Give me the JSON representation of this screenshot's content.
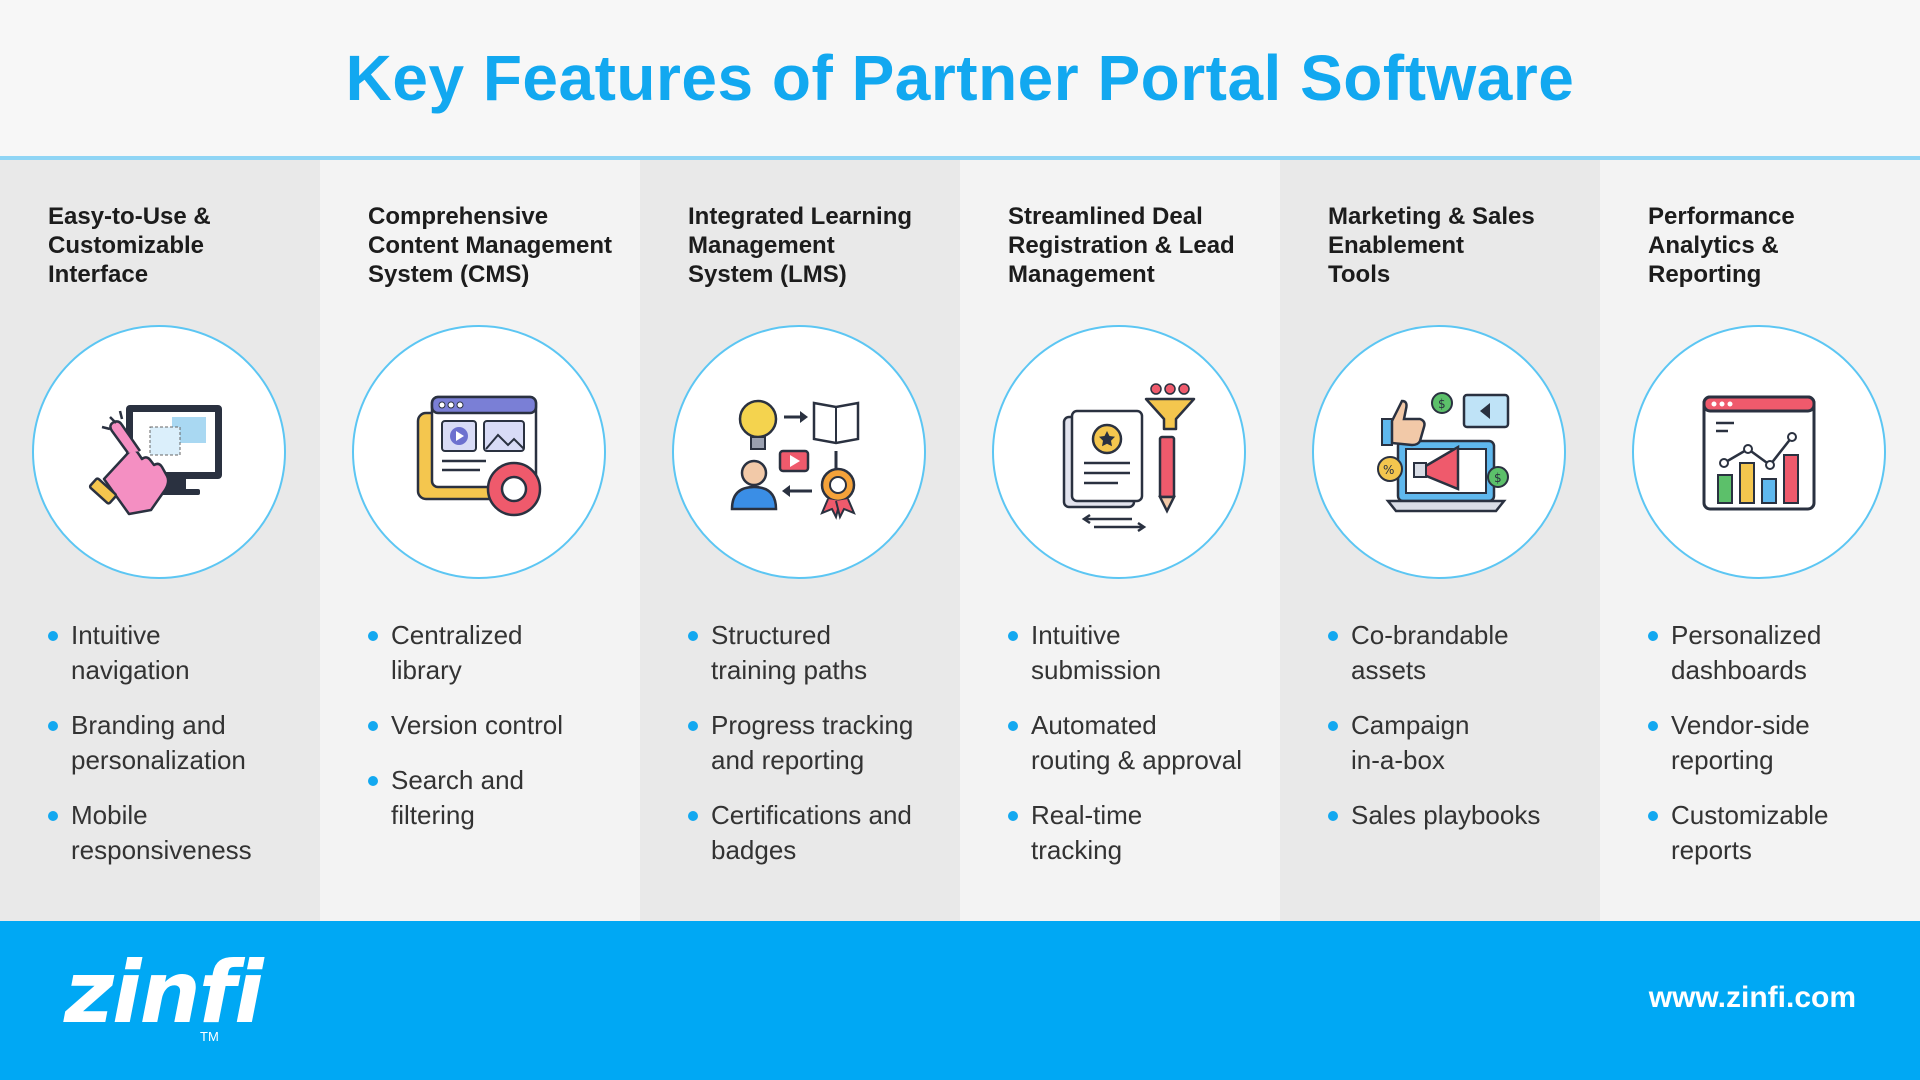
{
  "header": {
    "title": "Key Features of Partner Portal Software"
  },
  "features": [
    {
      "title": "Easy-to-Use &\nCustomizable\nInterface",
      "icon": "touch-screen-icon",
      "bullets": [
        "Intuitive\nnavigation",
        "Branding and\npersonalization",
        "Mobile\nresponsiveness"
      ]
    },
    {
      "title": "Comprehensive\nContent Management\nSystem (CMS)",
      "icon": "cms-window-gear-icon",
      "bullets": [
        "Centralized\nlibrary",
        "Version control",
        "Search and\nfiltering"
      ]
    },
    {
      "title": "Integrated Learning\nManagement\nSystem (LMS)",
      "icon": "learning-cycle-icon",
      "bullets": [
        "Structured\ntraining paths",
        "Progress tracking\nand reporting",
        "Certifications and\nbadges"
      ]
    },
    {
      "title": "Streamlined Deal\nRegistration & Lead\nManagement",
      "icon": "deal-document-funnel-icon",
      "bullets": [
        "Intuitive\nsubmission",
        "Automated\nrouting & approval",
        "Real-time\ntracking"
      ]
    },
    {
      "title": "Marketing & Sales\nEnablement\nTools",
      "icon": "marketing-megaphone-icon",
      "bullets": [
        "Co-brandable\nassets",
        "Campaign\nin-a-box",
        "Sales playbooks"
      ]
    },
    {
      "title": "Performance\nAnalytics &\nReporting",
      "icon": "analytics-dashboard-icon",
      "bullets": [
        "Personalized\ndashboards",
        "Vendor-side\nreporting",
        "Customizable\nreports"
      ]
    }
  ],
  "footer": {
    "logo_text": "zinfi",
    "trademark": "TM",
    "url": "www.zinfi.com"
  },
  "colors": {
    "accent": "#12a8f0",
    "footer_bg": "#00a8f4",
    "circle_border": "#5cc6f3"
  }
}
